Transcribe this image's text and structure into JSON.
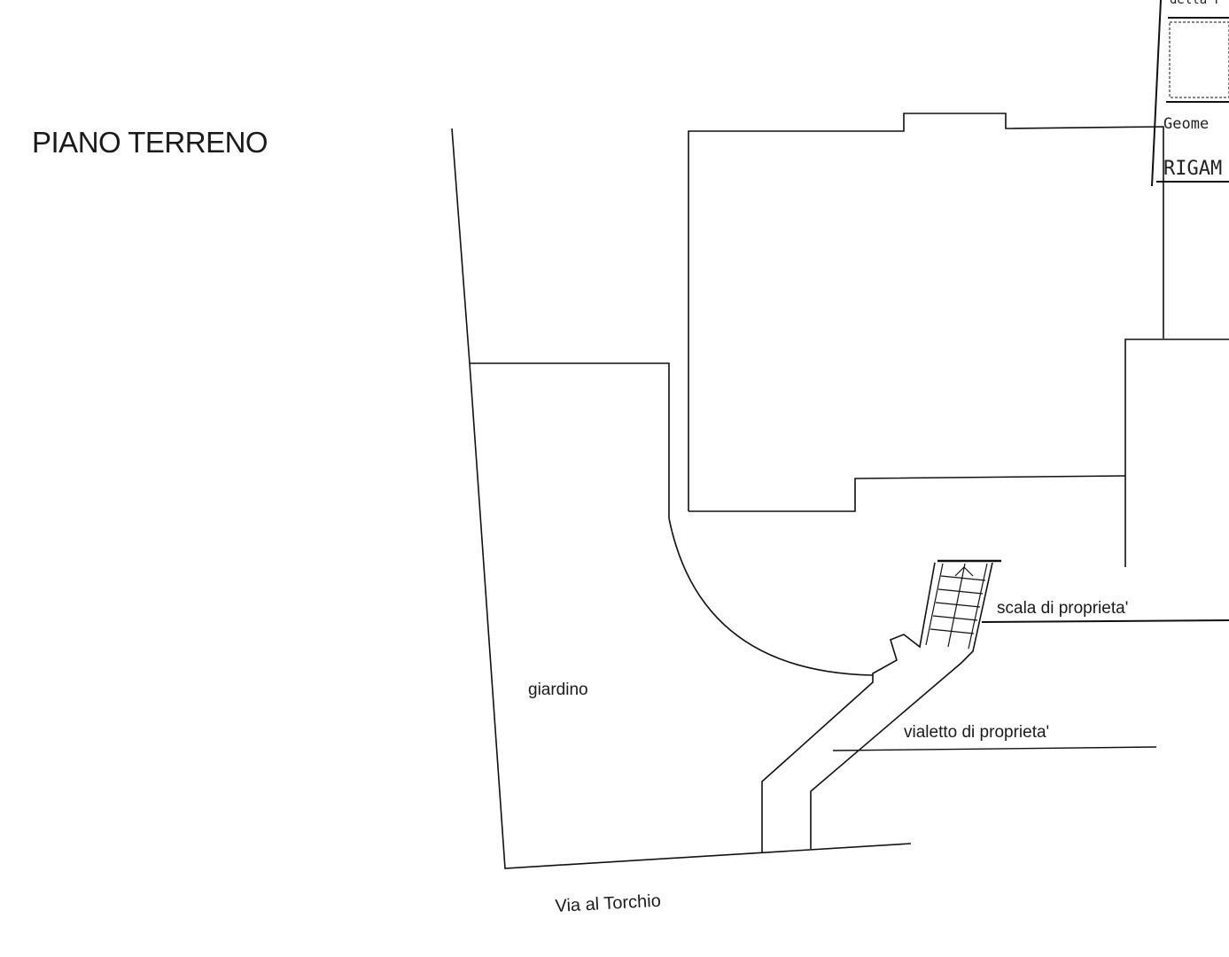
{
  "title": "PIANO TERRENO",
  "labels": {
    "garden": "giardino",
    "stairs": "scala di proprieta'",
    "path": "vialetto di proprieta'",
    "street": "Via al Torchio"
  },
  "stamp": {
    "top_text": "della P",
    "line1": "Geome",
    "line2": "RIGAM"
  }
}
